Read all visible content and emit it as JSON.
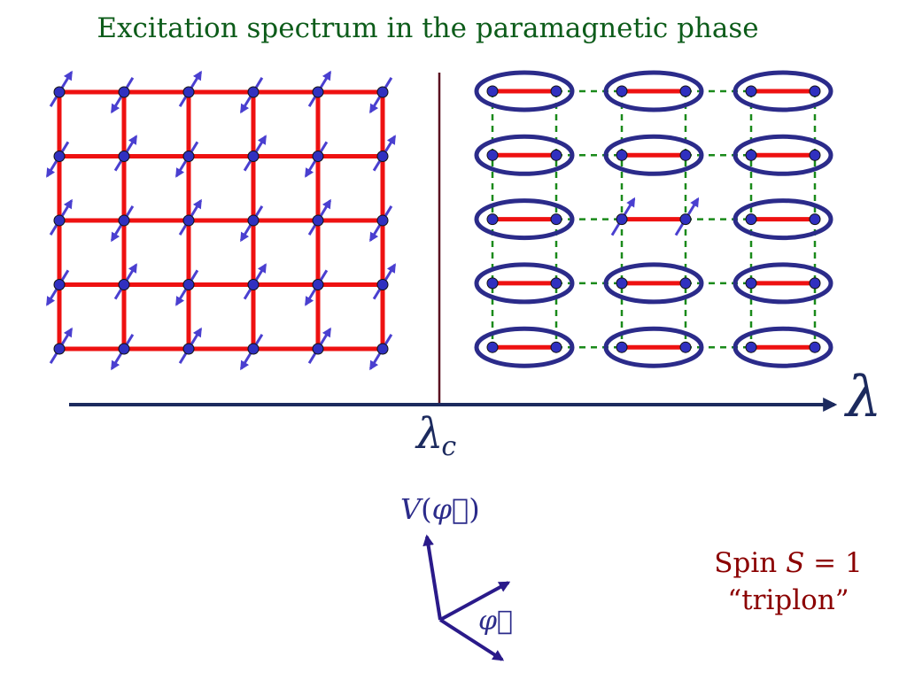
{
  "title": "Excitation spectrum in the paramagnetic phase",
  "axis": {
    "label": "λ",
    "critical_label": "λ",
    "critical_subscript": "c"
  },
  "potential_label": {
    "prefix": "V",
    "open": "(",
    "arg": "φ⃗",
    "close": ")"
  },
  "field_label": "φ⃗",
  "excitation": {
    "line1_prefix": "Spin ",
    "line1_symbol": "S",
    "line1_suffix": " = 1",
    "line2": "“triplon”"
  },
  "colors": {
    "title": "#0d5c1a",
    "lattice_bond": "#ee1111",
    "site": "#3030c0",
    "spin_arrow": "#4a3fd0",
    "dimer_ellipse": "#2b2b8a",
    "interdimer_bond": "#1a8a1a",
    "axis": "#1c2a5e",
    "critical_line": "#5a1020",
    "excitation_text": "#8b0000"
  },
  "neel_lattice": {
    "rows": 5,
    "cols": 6
  },
  "dimer_lattice": {
    "rows": 5,
    "dimer_columns": 3,
    "excited_dimer": {
      "row": 2,
      "column": 2
    }
  }
}
